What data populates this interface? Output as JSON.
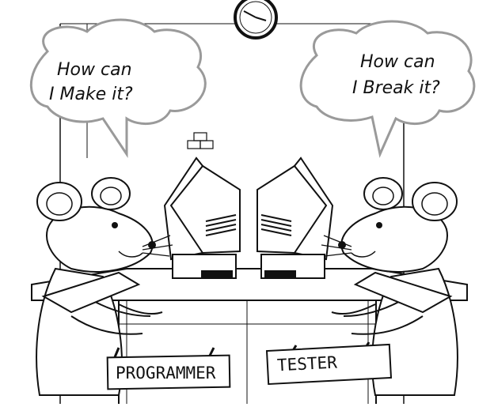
{
  "cartoon": {
    "left_bubble": {
      "line1": "How can",
      "line2": "I Make it?"
    },
    "right_bubble": {
      "line1": "How can",
      "line2": "I Break it?"
    },
    "left_sign": "PROGRAMMER",
    "right_sign": "TESTER"
  },
  "colors": {
    "ink": "#111111",
    "bubble_outline": "#9a9a9a",
    "background": "#ffffff"
  }
}
